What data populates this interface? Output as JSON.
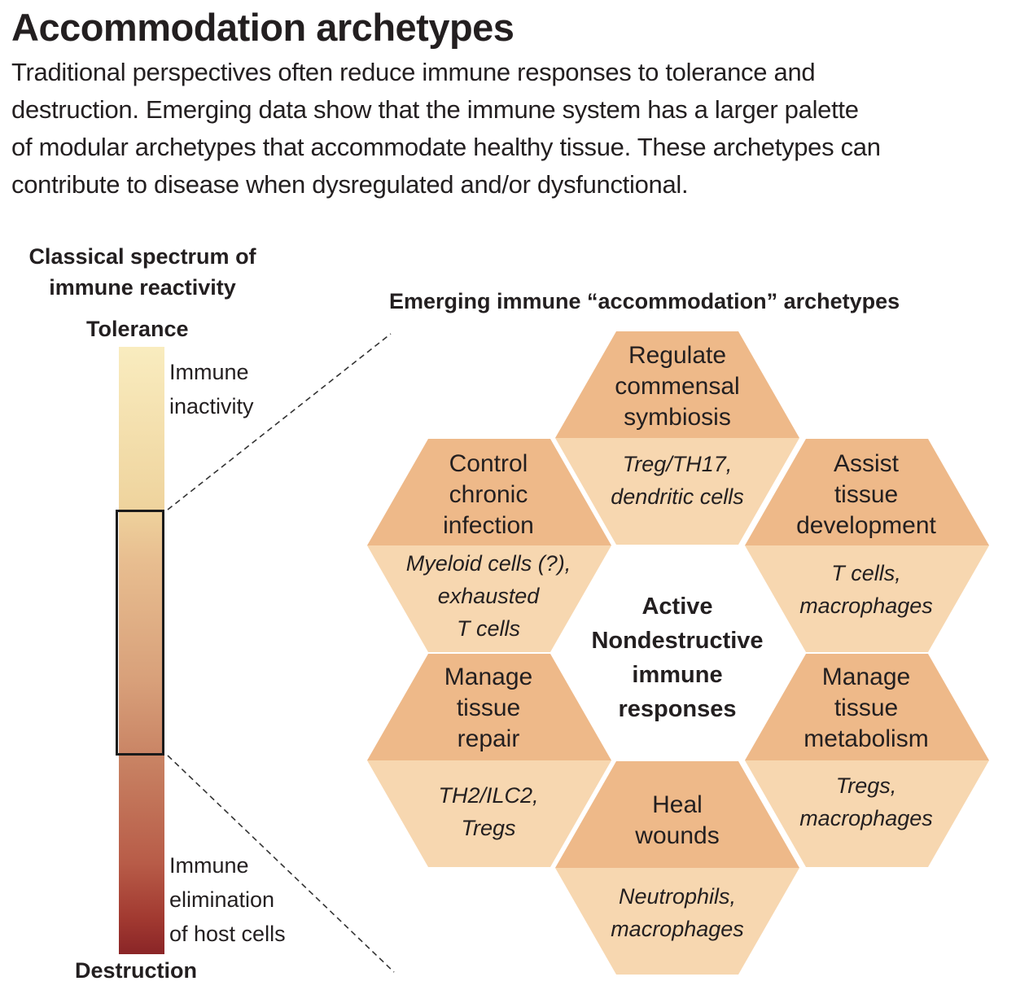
{
  "header": {
    "title": "Accommodation archetypes",
    "intro_lines": [
      "Traditional perspectives often reduce immune responses to  tolerance and",
      "destruction. Emerging data show that the immune system has a larger palette",
      "of modular archetypes that accommodate healthy tissue. These archetypes can",
      "contribute to disease when dysregulated and/or dysfunctional."
    ]
  },
  "spectrum": {
    "heading_lines": [
      "Classical spectrum of",
      "immune reactivity"
    ],
    "top_label": "Tolerance",
    "bottom_label": "Destruction",
    "upper_note_lines": [
      "Immune",
      "inactivity"
    ],
    "lower_note_lines": [
      "Immune",
      "elimination",
      "of host cells"
    ]
  },
  "archetypes": {
    "heading": "Emerging immune “accommodation” archetypes",
    "center_lines": [
      "Active",
      "Nondestructive",
      "immune",
      "responses"
    ],
    "colors": {
      "dark": "#eeb989",
      "light": "#f7d7b0",
      "bar_top": "#f9ecbf",
      "bar_bottom": "#8a2527"
    },
    "items": [
      {
        "title_lines": [
          "Regulate",
          "commensal",
          "symbiosis"
        ],
        "cells_lines": [
          "Treg/TH17,",
          "dendritic cells"
        ]
      },
      {
        "title_lines": [
          "Control",
          "chronic",
          "infection"
        ],
        "cells_lines": [
          "Myeloid cells (?),",
          "exhausted",
          "T cells"
        ]
      },
      {
        "title_lines": [
          "Assist",
          "tissue",
          "development"
        ],
        "cells_lines": [
          "T cells,",
          "macrophages"
        ]
      },
      {
        "title_lines": [
          "Manage",
          "tissue",
          "repair"
        ],
        "cells_lines": [
          "TH2/ILC2,",
          "Tregs"
        ]
      },
      {
        "title_lines": [
          "Manage",
          "tissue",
          "metabolism"
        ],
        "cells_lines": [
          "Tregs,",
          "macrophages"
        ]
      },
      {
        "title_lines": [
          "Heal",
          "wounds"
        ],
        "cells_lines": [
          "Neutrophils,",
          "macrophages"
        ]
      }
    ]
  }
}
